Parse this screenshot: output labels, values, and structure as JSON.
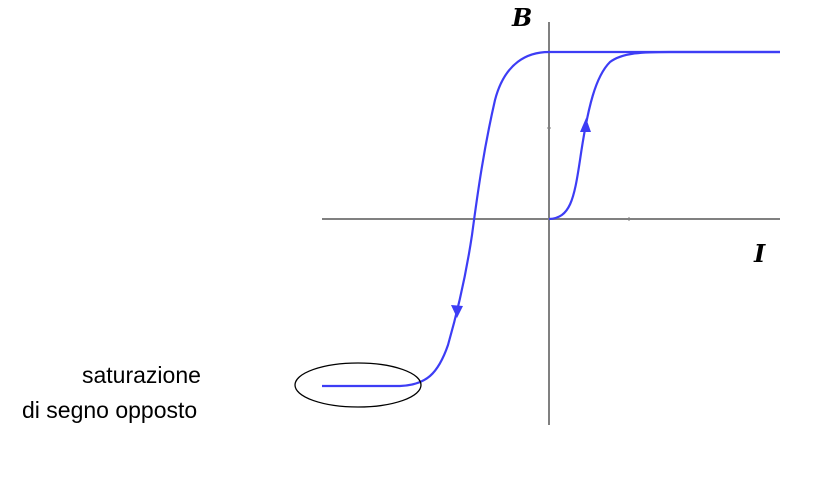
{
  "diagram": {
    "axes": {
      "vertical_label": "B",
      "horizontal_label": "I",
      "axis_color": "#808080"
    },
    "curve_color": "#3d3df5",
    "annotation": {
      "line1": "saturazione",
      "line2": "di segno opposto"
    }
  }
}
